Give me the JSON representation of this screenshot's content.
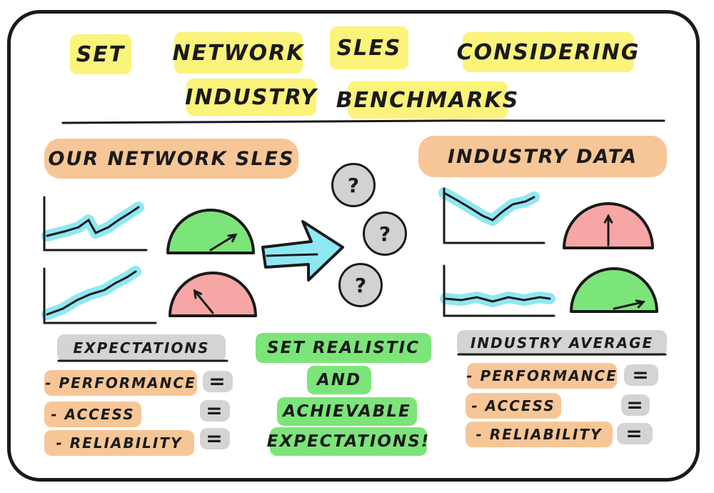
{
  "title": {
    "words": [
      "Set",
      "Network",
      "SLEs",
      "Considering",
      "Industry",
      "Benchmarks"
    ]
  },
  "left": {
    "heading": "Our Network SLEs",
    "subheading": "Expectations",
    "items": [
      "- Performance",
      "- Access",
      "- Reliability"
    ]
  },
  "right": {
    "heading": "Industry Data",
    "subheading": "Industry Average",
    "items": [
      "- Performance",
      "- Access",
      "- Reliability"
    ]
  },
  "equals_sign": "=",
  "question_mark": "?",
  "center": {
    "lines": [
      "Set Realistic",
      "And",
      "Achievable",
      "Expectations!"
    ]
  },
  "gauges": {
    "our_top": {
      "color": "#7ce57a",
      "level": 0.8
    },
    "our_bottom": {
      "color": "#f6a6a4",
      "level": 0.3
    },
    "industry_top": {
      "color": "#f6a6a4",
      "level": 0.5
    },
    "industry_bottom": {
      "color": "#7ce57a",
      "level": 0.9
    }
  },
  "colors": {
    "yellow": "#fbf37a",
    "orange": "#f7c696",
    "green": "#7ce57a",
    "gray": "#d4d4d4",
    "pink": "#f6a6a4",
    "cyan": "#8ee8f2",
    "ink": "#1a1a1a"
  }
}
